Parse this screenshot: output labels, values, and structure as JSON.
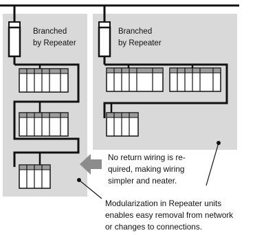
{
  "labels": {
    "repeater_left": [
      "Branched",
      "by Repeater"
    ],
    "repeater_right": [
      "Branched",
      "by Repeater"
    ]
  },
  "callouts": {
    "no_return": [
      "No return wiring is re-",
      "quired, making wiring",
      "simpler and neater."
    ],
    "modularization": [
      "Modularization in Repeater units",
      "enables easy removal from network",
      "or changes to connections."
    ]
  },
  "colors": {
    "panel": "#d9d9d9",
    "cable": "#111111",
    "module_fill": "#ffffff",
    "module_header": "#9c9c9c",
    "arrow": "#8c8c8c"
  }
}
